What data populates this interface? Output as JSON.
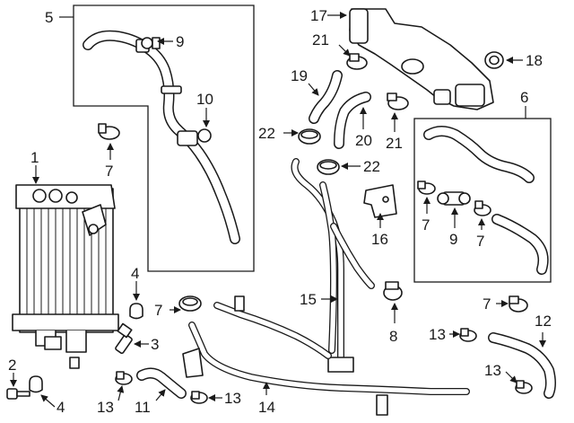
{
  "callouts": {
    "c1": "1",
    "c2": "2",
    "c3": "3",
    "c4a": "4",
    "c4b": "4",
    "c5": "5",
    "c6": "6",
    "c7a": "7",
    "c7b": "7",
    "c7c": "7",
    "c7d": "7",
    "c7e": "7",
    "c8": "8",
    "c9a": "9",
    "c9b": "9",
    "c10": "10",
    "c11": "11",
    "c12": "12",
    "c13a": "13",
    "c13b": "13",
    "c13c": "13",
    "c13d": "13",
    "c14": "14",
    "c15": "15",
    "c16": "16",
    "c17": "17",
    "c18": "18",
    "c19": "19",
    "c20": "20",
    "c21a": "21",
    "c21b": "21",
    "c22a": "22",
    "c22b": "22"
  }
}
